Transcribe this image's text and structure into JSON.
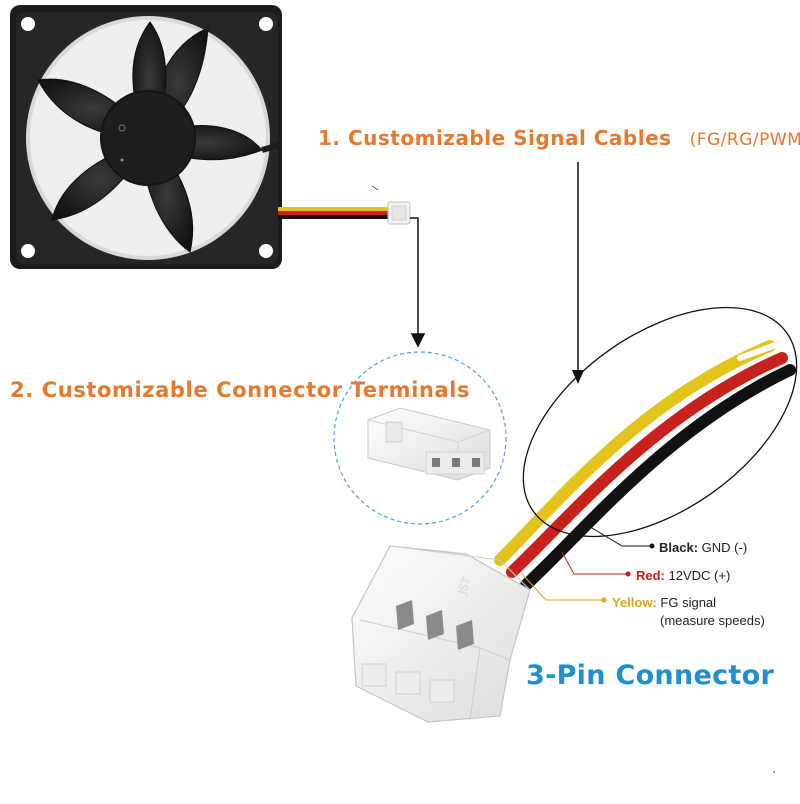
{
  "headings": {
    "signal_cables": "1. Customizable Signal Cables",
    "signal_types": "(FG/RG/PWM)",
    "connector_terminals": "2. Customizable Connector Terminals"
  },
  "wires": {
    "black": {
      "color_name": "Black:",
      "desc": "GND (-)",
      "color": "#111111"
    },
    "red": {
      "color_name": "Red:",
      "desc": "12VDC (+)",
      "color": "#c8201a"
    },
    "yellow": {
      "color_name": "Yellow:",
      "desc": "FG signal",
      "desc_line2": "(measure speeds)",
      "color": "#e2c31a"
    }
  },
  "connector_title": "3-Pin Connector",
  "colors": {
    "heading_orange": "#e8792a",
    "title_blue": "#1f8fd3",
    "fan_black": "#1b1b1b",
    "connector_white": "#f3f3f1",
    "dashed_circle": "#4aa6d8"
  },
  "icons": [
    "fan-icon",
    "arrow-down-icon",
    "connector-icon"
  ]
}
